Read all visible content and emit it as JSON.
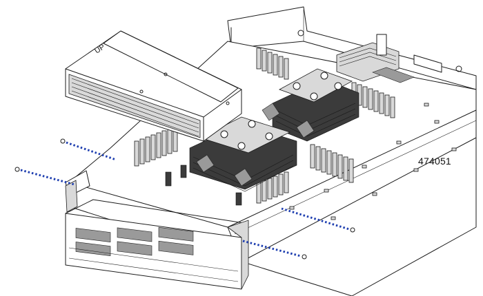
{
  "figure": {
    "id_label": "474051",
    "riser_marking": "UP"
  },
  "colors": {
    "line": "#1a1a1a",
    "screw_path": "#1f3fb0",
    "metal_fill": "#d9d9d9"
  },
  "screws": [
    {
      "name": "screw-left-upper"
    },
    {
      "name": "screw-left-lower"
    },
    {
      "name": "screw-right-upper"
    },
    {
      "name": "screw-right-lower"
    }
  ]
}
